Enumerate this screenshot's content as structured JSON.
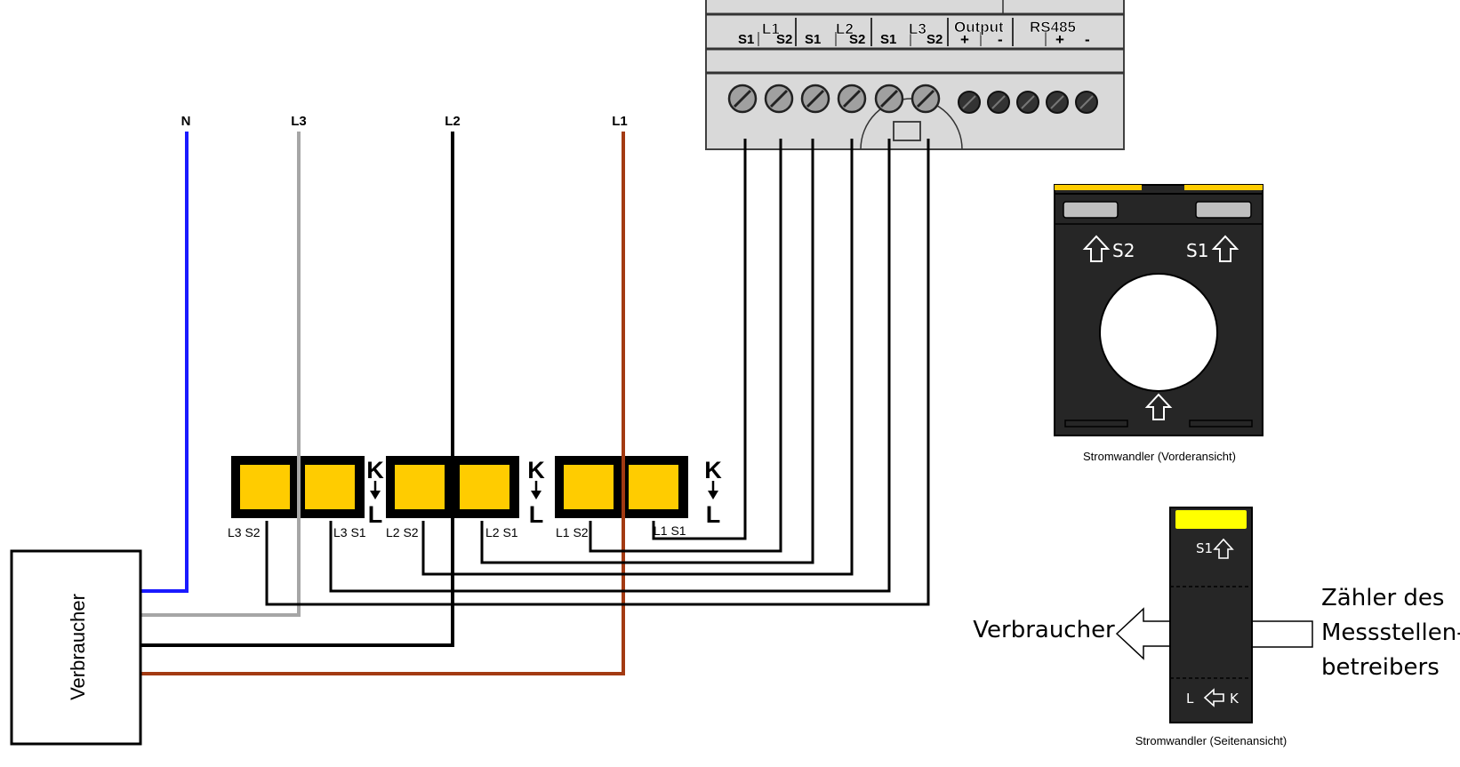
{
  "colors": {
    "wire_n": "#1a1aff",
    "wire_l3": "#a6a6a6",
    "wire_l2": "#000000",
    "wire_l1": "#a33a12",
    "ct_body": "#000000",
    "ct_window": "#ffcc00",
    "meter_body": "#d9d9d9",
    "ct_device": "#262626",
    "side_top": "#ffff00"
  },
  "lines": {
    "n": "N",
    "l3": "L3",
    "l2": "L2",
    "l1": "L1"
  },
  "load_box": {
    "label": "Verbraucher"
  },
  "ct_blocks": [
    {
      "k": "K",
      "l": "L",
      "s2": "L3 S2",
      "s1": "L3 S1"
    },
    {
      "k": "K",
      "l": "L",
      "s2": "L2 S2",
      "s1": "L2 S1"
    },
    {
      "k": "K",
      "l": "L",
      "s2": "L1 S2",
      "s1": "L1 S1"
    }
  ],
  "meter": {
    "groups": [
      "L1",
      "L2",
      "L3",
      "Output",
      "RS485"
    ],
    "terminals": [
      "S1",
      "S2",
      "S1",
      "S2",
      "S1",
      "S2",
      "+",
      "-",
      "+",
      "-"
    ],
    "ct_terminals_count": 6,
    "aux_terminals_count": 5
  },
  "ct_front": {
    "s2": "S2",
    "s1": "S1",
    "caption": "Stromwandler (Vorderansicht)"
  },
  "ct_side": {
    "s1": "S1",
    "l": "L",
    "k": "K",
    "caption": "Stromwandler (Seitenansicht)",
    "left_label": "Verbraucher",
    "right_label_lines": [
      "Zähler des",
      "Messstellen-",
      "betreibers"
    ]
  }
}
